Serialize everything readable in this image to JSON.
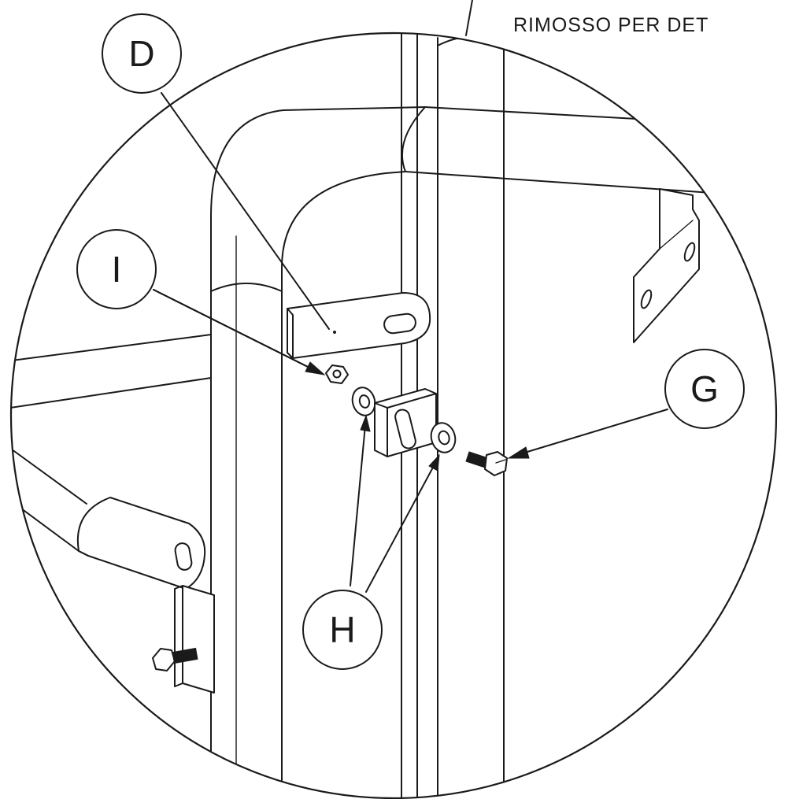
{
  "caption": "RIMOSSO PER DET",
  "callouts": {
    "d": "D",
    "i": "I",
    "g": "G",
    "h": "H"
  },
  "colors": {
    "line": "#1a1a1a",
    "background": "#ffffff"
  }
}
